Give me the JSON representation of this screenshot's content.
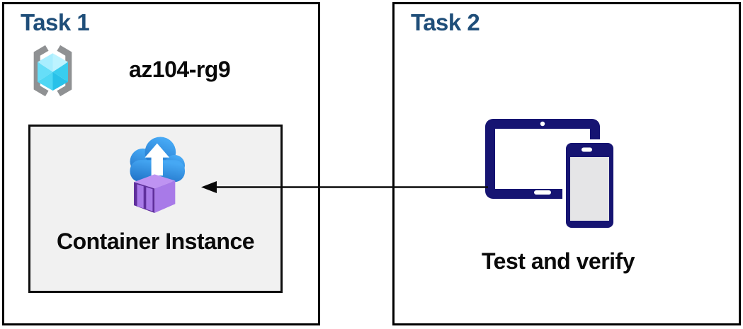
{
  "diagram": {
    "task1": {
      "title": "Task 1",
      "resource_group_name": "az104-rg9",
      "container_label": "Container Instance"
    },
    "task2": {
      "title": "Task 2",
      "devices_label": "Test and verify"
    },
    "connection": {
      "from": "devices-icon",
      "to": "container-instance-icon",
      "direction": "right-to-left"
    }
  },
  "icons": {
    "resource_group": "resource-group-icon",
    "container_instance": "container-instance-icon",
    "devices": "devices-icon",
    "arrow": "arrow-left-icon"
  },
  "colors": {
    "title_blue": "#1F4E79",
    "label_black": "#0A0A0A",
    "panel_border": "#000000",
    "inner_box_bg": "#F1F1F1",
    "device_navy": "#161472",
    "cloud_blue_light": "#46A8F4",
    "cloud_blue_dark": "#1E6FC4",
    "container_purple": "#A87AE8",
    "container_purple_dark": "#5F2F9C",
    "container_purple_light": "#BE93F2",
    "cube_cyan_light": "#A9EEFF",
    "cube_cyan_dark": "#28C1E9",
    "bracket_gray": "#8F9193"
  }
}
